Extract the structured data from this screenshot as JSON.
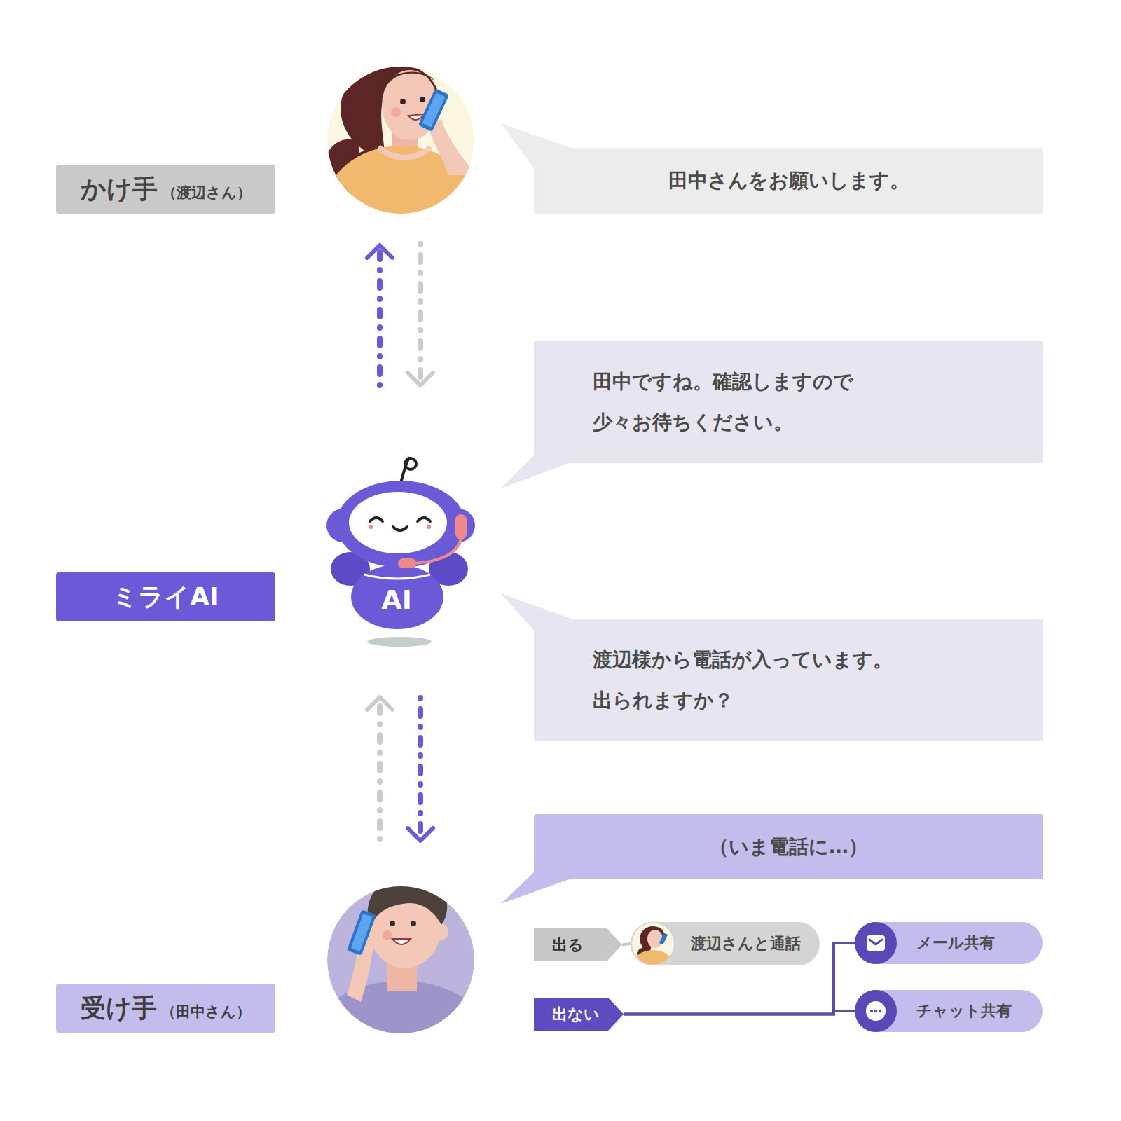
{
  "diagram": {
    "nodes": [
      {
        "text": [
          "かけ手",
          "（渡辺さん）"
        ]
      },
      {
        "text": [
          "田中さんをお願いします。"
        ]
      },
      {
        "text": [
          "田中ですね。確認しますので 少々お待ちください。"
        ]
      },
      {
        "text": [
          "ミライAI"
        ]
      },
      {
        "text": [
          "渡辺様から電話が入っています。 出られますか？"
        ]
      },
      {
        "text": [
          "（いま電話に…）"
        ]
      },
      {
        "text": [
          "出る"
        ]
      },
      {
        "text": [
          "渡辺さんと通話"
        ]
      },
      {
        "text": [
          "メール共有"
        ]
      },
      {
        "text": [
          "受け手",
          "（田中さん）"
        ]
      },
      {
        "text": [
          "出ない"
        ]
      },
      {
        "text": [
          "チャット共有"
        ]
      }
    ],
    "edges": [
      {
        "from": 6,
        "to": 7,
        "arrow": "none"
      },
      {
        "from": 10,
        "to": 8,
        "arrow": "none"
      },
      {
        "from": 10,
        "to": 11,
        "arrow": "none"
      }
    ],
    "labels": [
      "AI"
    ]
  }
}
